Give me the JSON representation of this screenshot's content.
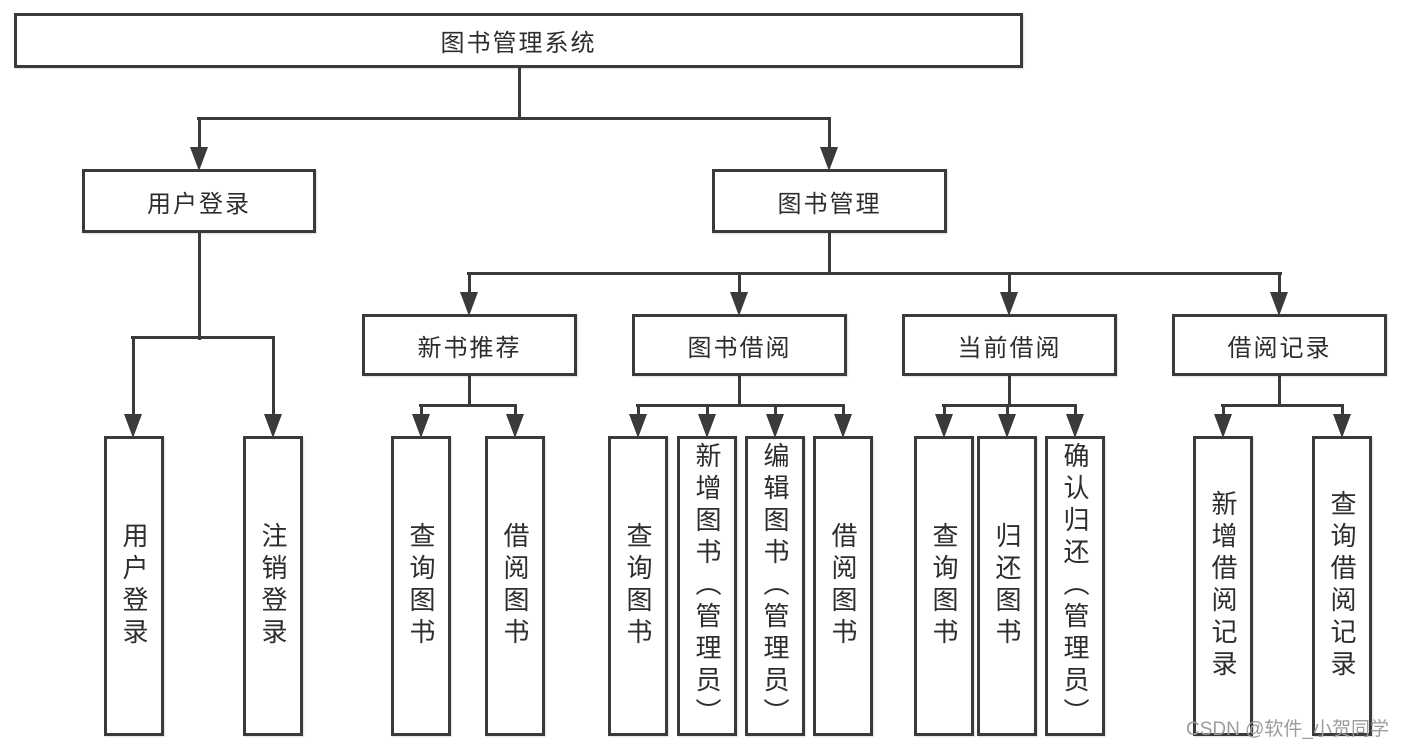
{
  "tree": {
    "root": {
      "label": "图书管理系统"
    },
    "user": {
      "label": "用户登录",
      "children": [
        {
          "label": "用户登录"
        },
        {
          "label": "注销登录"
        }
      ]
    },
    "book": {
      "label": "图书管理",
      "children": [
        {
          "label": "新书推荐",
          "children": [
            {
              "label": "查询图书"
            },
            {
              "label": "借阅图书"
            }
          ]
        },
        {
          "label": "图书借阅",
          "children": [
            {
              "label": "查询图书"
            },
            {
              "label": "新增图书（管理员）"
            },
            {
              "label": "编辑图书（管理员）"
            },
            {
              "label": "借阅图书"
            }
          ]
        },
        {
          "label": "当前借阅",
          "children": [
            {
              "label": "查询图书"
            },
            {
              "label": "归还图书"
            },
            {
              "label": "确认归还（管理员）"
            }
          ]
        },
        {
          "label": "借阅记录",
          "children": [
            {
              "label": "新增借阅记录"
            },
            {
              "label": "查询借阅记录"
            }
          ]
        }
      ]
    }
  },
  "watermark": {
    "text": "CSDN @软件_小贺同学"
  },
  "colors": {
    "line": "#3a3a3a",
    "text": "#2d2d2d",
    "background": "#ffffff",
    "watermark": "#9c9c9c"
  }
}
